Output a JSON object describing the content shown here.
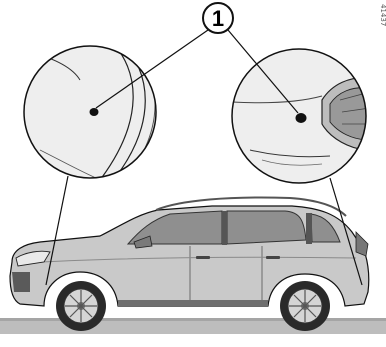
{
  "figure": {
    "callout_label": "1",
    "side_code": "41437",
    "subject": "suv-side-view",
    "detail_views": [
      {
        "name": "front-wheel-arch-detail"
      },
      {
        "name": "rear-bumper-detail"
      }
    ],
    "colors": {
      "body_fill": "#c9c9c9",
      "body_shadow": "#9a9a9a",
      "window_fill": "#8f8f8f",
      "ground": "#bdbdbd",
      "detail_bg": "#eeeeee",
      "outline": "#111111"
    }
  }
}
